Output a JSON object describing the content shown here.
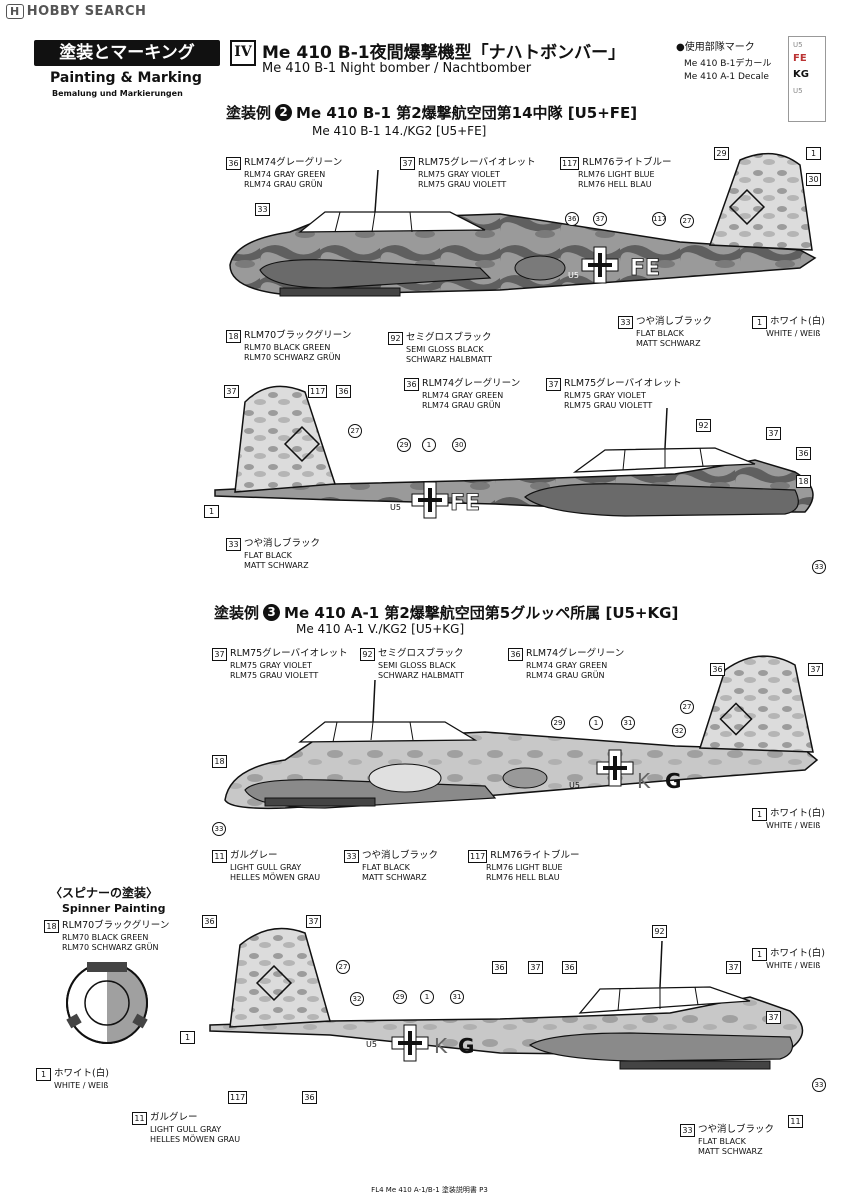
{
  "watermark": {
    "box": "H",
    "text": "HOBBY SEARCH"
  },
  "section": {
    "title_jp": "塗装とマーキング",
    "title_en": "Painting & Marking",
    "title_de": "Bemalung und Markierungen"
  },
  "header": {
    "roman": "IV",
    "title_jp": "Me 410 B-1夜間爆撃機型「ナハトボンバー」",
    "title_en": "Me 410 B-1 Night bomber / Nachtbomber"
  },
  "decal_panel": {
    "title": "●使用部隊マーク",
    "line1": "Me 410 B-1デカール",
    "line2": "Me 410 A-1 Decale",
    "sheet_codes": [
      "U5",
      "FE",
      "KG",
      "U5"
    ]
  },
  "scheme2": {
    "head_prefix": "塗装例",
    "number": "2",
    "title_jp": "Me 410 B-1 第2爆撃航空団第14中隊 [U5+FE]",
    "title_en": "Me 410 B-1 14./KG2 [U5+FE]",
    "fuselage_code_unit": "U5",
    "fuselage_code": "FE",
    "side_view_labels": [
      {
        "num": "36",
        "jp": "RLM74グレーグリーン",
        "en": "RLM74 GRAY GREEN",
        "de": "RLM74 GRAU GRÜN"
      },
      {
        "num": "37",
        "jp": "RLM75グレーバイオレット",
        "en": "RLM75 GRAY VIOLET",
        "de": "RLM75 GRAU VIOLETT"
      },
      {
        "num": "117",
        "jp": "RLM76ライトブルー",
        "en": "RLM76 LIGHT BLUE",
        "de": "RLM76 HELL BLAU"
      },
      {
        "num": "18",
        "jp": "RLM70ブラックグリーン",
        "en": "RLM70 BLACK GREEN",
        "de": "RLM70 SCHWARZ GRÜN"
      },
      {
        "num": "92",
        "jp": "セミグロスブラック",
        "en": "SEMI GLOSS BLACK",
        "de": "SCHWARZ HALBMATT"
      },
      {
        "num": "33",
        "jp": "つや消しブラック",
        "en": "FLAT BLACK",
        "de": "MATT SCHWARZ"
      },
      {
        "num": "1",
        "jp": "ホワイト(白)",
        "en": "WHITE / WEIß",
        "de": ""
      }
    ],
    "side_view_callouts": [
      "36",
      "37",
      "117",
      "33",
      "29",
      "1",
      "30",
      "27",
      "36",
      "37",
      "117"
    ],
    "second_view_labels": [
      {
        "num": "36",
        "jp": "RLM74グレーグリーン",
        "en": "RLM74 GRAY GREEN",
        "de": "RLM74 GRAU GRÜN"
      },
      {
        "num": "37",
        "jp": "RLM75グレーバイオレット",
        "en": "RLM75 GRAY VIOLET",
        "de": "RLM75 GRAU VIOLETT"
      },
      {
        "num": "33",
        "jp": "つや消しブラック",
        "en": "FLAT BLACK",
        "de": "MATT SCHWARZ"
      }
    ],
    "second_view_callouts": [
      "37",
      "117",
      "36",
      "27",
      "29",
      "1",
      "30",
      "92",
      "37",
      "36",
      "18",
      "33",
      "1"
    ]
  },
  "scheme3": {
    "head_prefix": "塗装例",
    "number": "3",
    "title_jp": "Me 410 A-1 第2爆撃航空団第5グルッペ所属 [U5+KG]",
    "title_en": "Me 410 A-1 V./KG2 [U5+KG]",
    "fuselage_code_unit": "U5",
    "fuselage_code_k": "K",
    "fuselage_code_g": "G",
    "side_view_labels": [
      {
        "num": "37",
        "jp": "RLM75グレーバイオレット",
        "en": "RLM75 GRAY VIOLET",
        "de": "RLM75 GRAU VIOLETT"
      },
      {
        "num": "92",
        "jp": "セミグロスブラック",
        "en": "SEMI GLOSS BLACK",
        "de": "SCHWARZ HALBMATT"
      },
      {
        "num": "36",
        "jp": "RLM74グレーグリーン",
        "en": "RLM74 GRAY GREEN",
        "de": "RLM74 GRAU GRÜN"
      },
      {
        "num": "11",
        "jp": "ガルグレー",
        "en": "LIGHT GULL GRAY",
        "de": "HELLES MÖWEN GRAU"
      },
      {
        "num": "33",
        "jp": "つや消しブラック",
        "en": "FLAT BLACK",
        "de": "MATT SCHWARZ"
      },
      {
        "num": "117",
        "jp": "RLM76ライトブルー",
        "en": "RLM76 LIGHT BLUE",
        "de": "RLM76 HELL BLAU"
      },
      {
        "num": "1",
        "jp": "ホワイト(白)",
        "en": "WHITE / WEIß",
        "de": ""
      }
    ],
    "side_view_callouts": [
      "18",
      "33",
      "29",
      "1",
      "31",
      "27",
      "32",
      "36",
      "37"
    ],
    "second_view_labels": [
      {
        "num": "1",
        "jp": "ホワイト(白)",
        "en": "WHITE / WEIß",
        "de": ""
      },
      {
        "num": "33",
        "jp": "つや消しブラック",
        "en": "FLAT BLACK",
        "de": "MATT SCHWARZ"
      }
    ],
    "second_view_callouts": [
      "36",
      "37",
      "27",
      "32",
      "29",
      "1",
      "31",
      "36",
      "37",
      "36",
      "92",
      "37",
      "37",
      "33",
      "11",
      "1",
      "117",
      "36"
    ]
  },
  "spinner": {
    "title_jp": "〈スピナーの塗装〉",
    "title_en": "Spinner Painting",
    "labels": [
      {
        "num": "18",
        "jp": "RLM70ブラックグリーン",
        "en": "RLM70 BLACK GREEN",
        "de": "RLM70 SCHWARZ GRÜN"
      },
      {
        "num": "1",
        "jp": "ホワイト(白)",
        "en": "WHITE / WEIß",
        "de": ""
      },
      {
        "num": "11",
        "jp": "ガルグレー",
        "en": "LIGHT GULL GRAY",
        "de": "HELLES MÖWEN GRAU"
      }
    ]
  },
  "footer": "FL4 Me 410 A-1/B-1 塗装説明書 P3",
  "colors": {
    "ink": "#111111",
    "camo_dark": "#555555",
    "camo_mid": "#8a8a8a",
    "camo_light": "#d6d6d6"
  }
}
